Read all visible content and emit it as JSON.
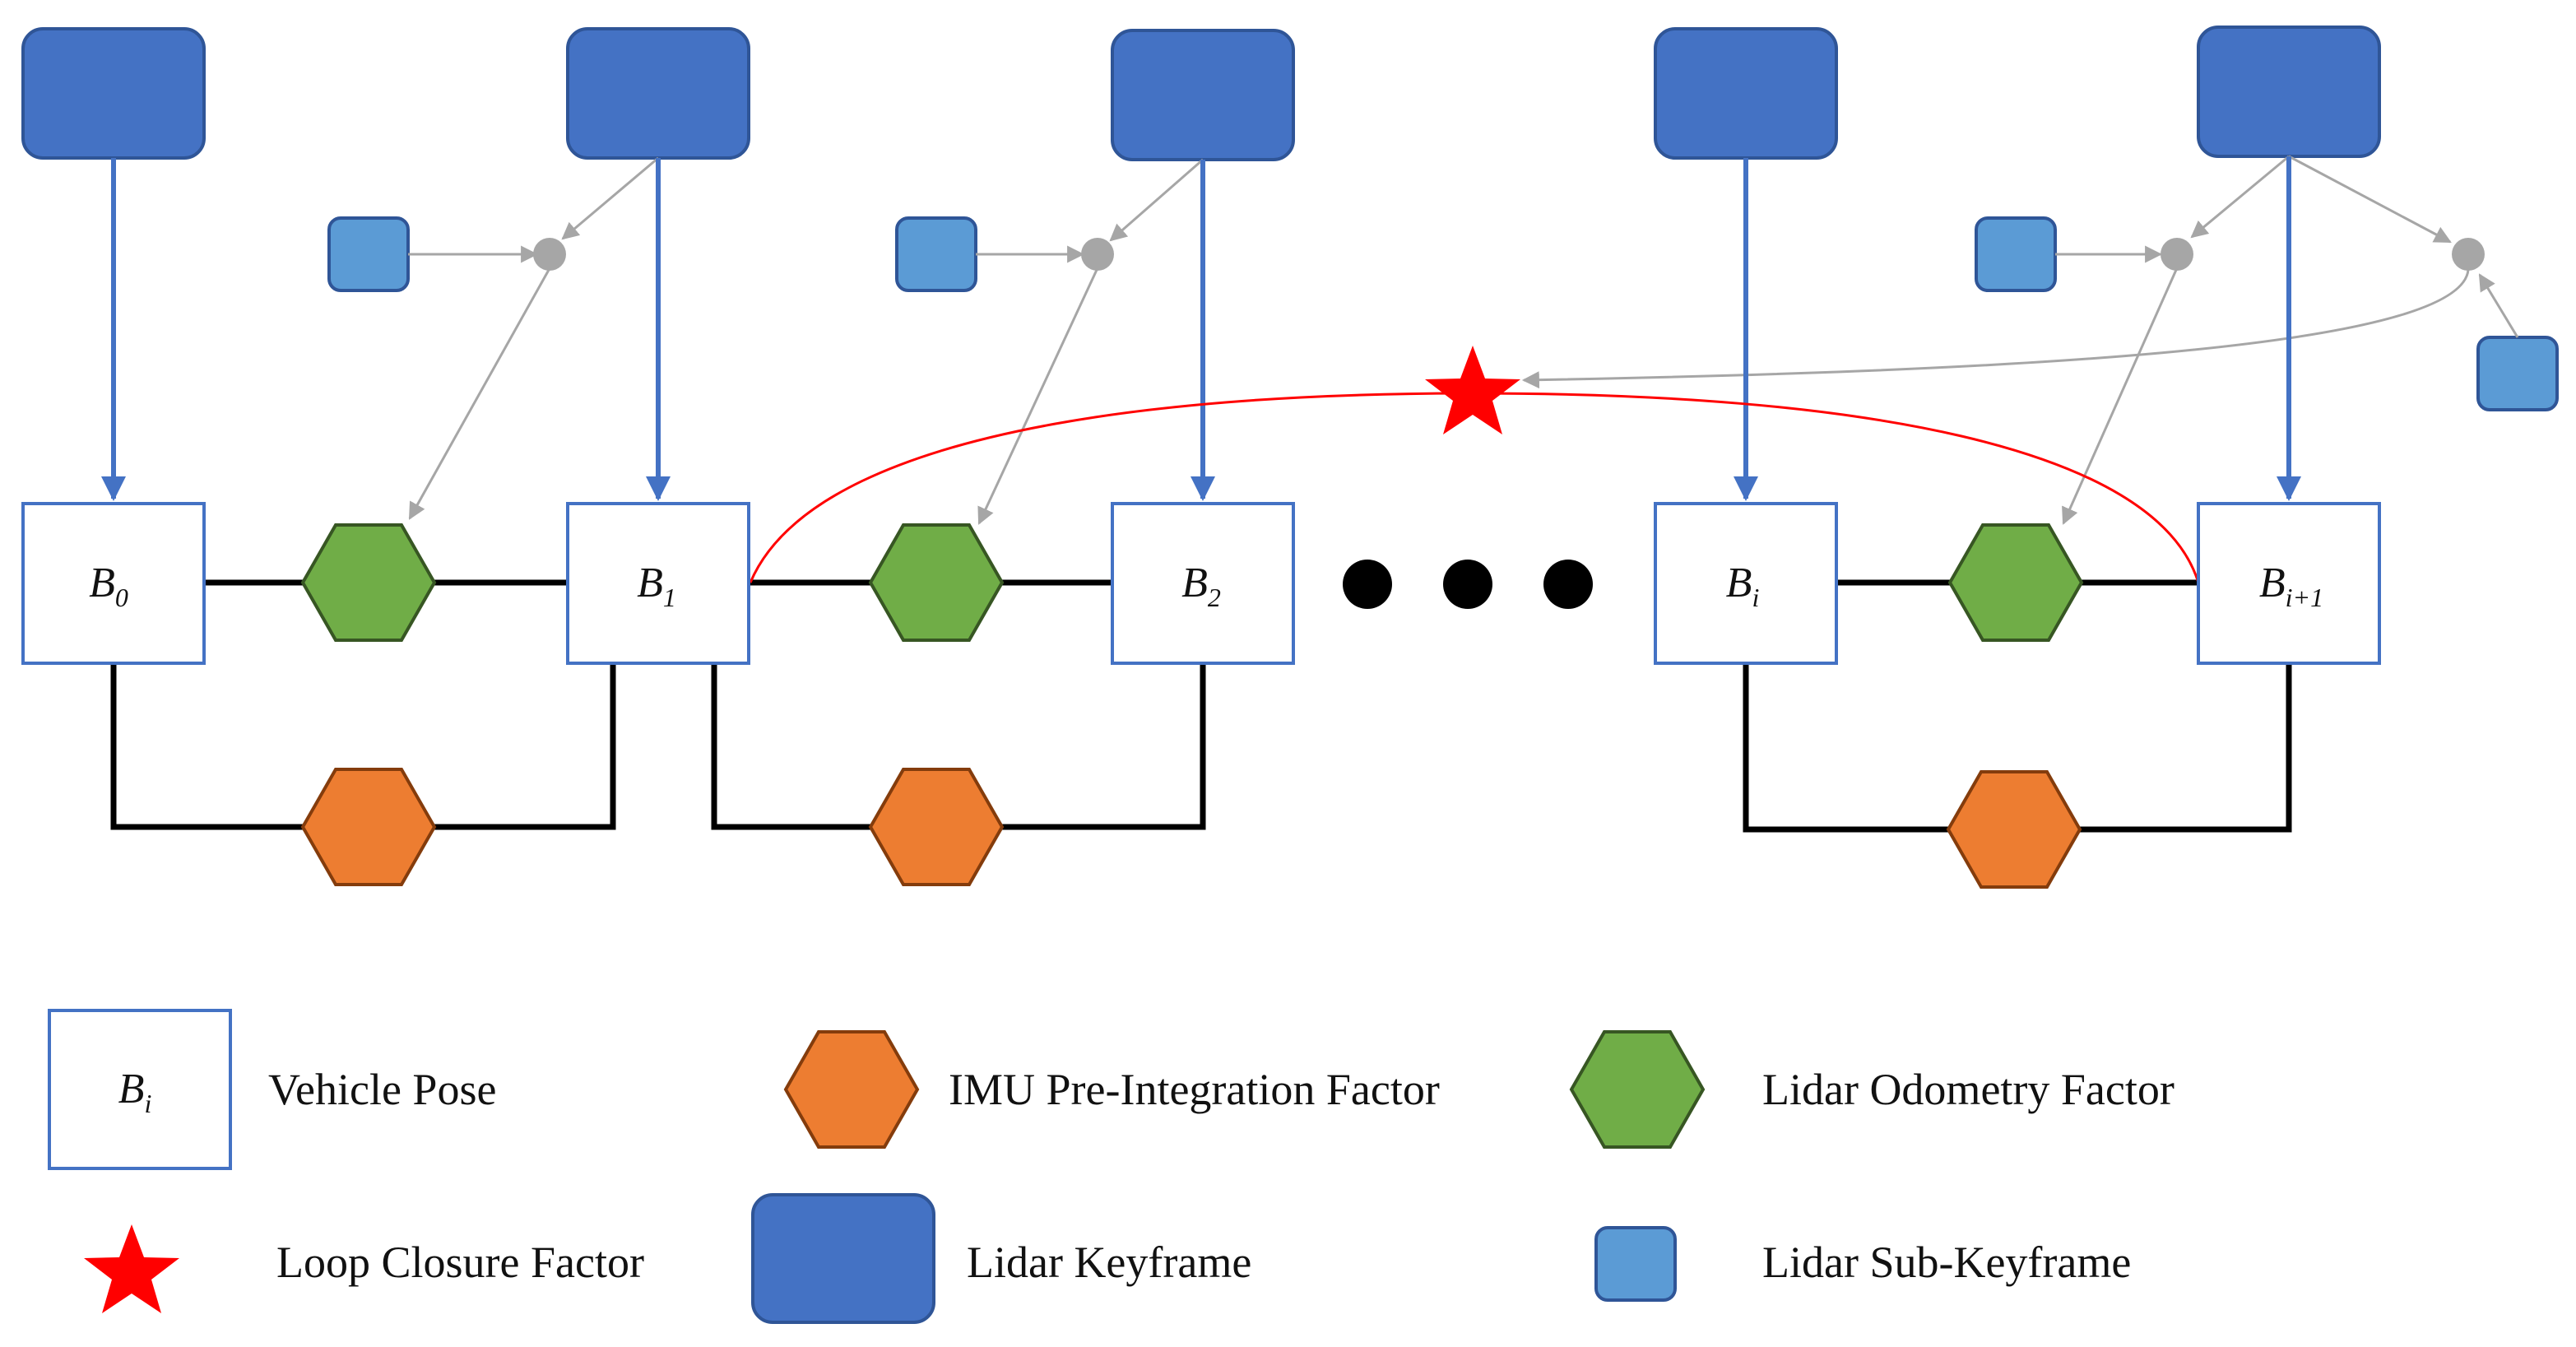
{
  "colors": {
    "lidar_keyframe": "#4472C4",
    "lidar_sub_keyframe": "#5B9BD5",
    "lidar_odometry": "#70AD47",
    "imu_preintegration": "#ED7D31",
    "loop_closure": "#FF0000",
    "pose_border": "#4472C4",
    "edge": "#000000",
    "aux_edge": "#A6A6A6"
  },
  "poses": [
    {
      "base": "B",
      "sub": "0"
    },
    {
      "base": "B",
      "sub": "1"
    },
    {
      "base": "B",
      "sub": "2"
    },
    {
      "base": "B",
      "sub": "i"
    },
    {
      "base": "B",
      "sub": "i+1"
    }
  ],
  "legend": {
    "pose_symbol": {
      "base": "B",
      "sub": "i"
    },
    "vehicle_pose": "Vehicle Pose",
    "imu_factor": "IMU Pre-Integration Factor",
    "lidar_odometry_factor": "Lidar Odometry Factor",
    "loop_closure_factor": "Loop Closure Factor",
    "lidar_keyframe": "Lidar Keyframe",
    "lidar_sub_keyframe": "Lidar Sub-Keyframe"
  }
}
